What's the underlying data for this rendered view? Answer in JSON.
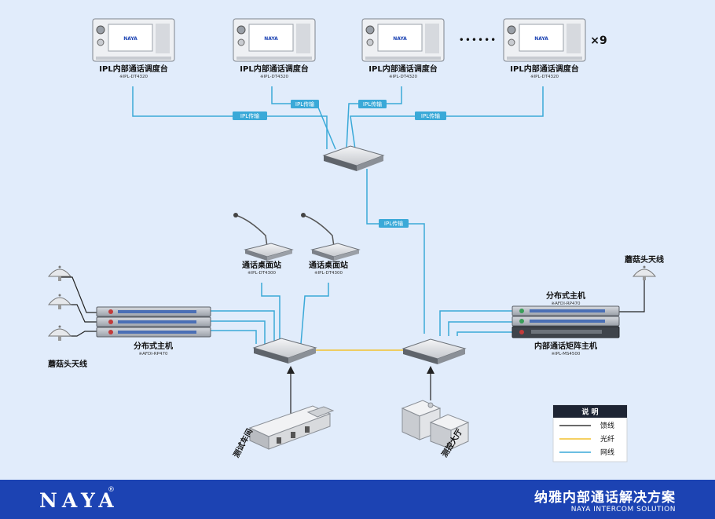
{
  "consoles": [
    {
      "label": "IPL内部通话调度台",
      "model": "※IPL-DT4320"
    },
    {
      "label": "IPL内部通话调度台",
      "model": "※IPL-DT4320"
    },
    {
      "label": "IPL内部通话调度台",
      "model": "※IPL-DT4320"
    },
    {
      "label": "IPL内部通话调度台",
      "model": "※IPL-DT4320"
    }
  ],
  "console_brand": "NAYA",
  "ellipsis": "••••••",
  "multiplier": "×9",
  "links": {
    "ipl1": "IPL传输",
    "ipl2": "IPL传输",
    "ipl3": "IPL传输",
    "ipl4": "IPL传输",
    "ipl5": "IPL传输"
  },
  "desk_stations": [
    {
      "label": "通话桌面站",
      "model": "※IPL-DT4300"
    },
    {
      "label": "通话桌面站",
      "model": "※IPL-DT4300"
    }
  ],
  "left_host": {
    "label": "分布式主机",
    "model": "※AFDI-RP470"
  },
  "left_antenna_label": "蘑菇头天线",
  "right_dist_host": {
    "label": "分布式主机",
    "model": "※AFDI-RP470"
  },
  "right_matrix_host": {
    "label": "内部通话矩阵主机",
    "model": "※IPL-MS4500"
  },
  "right_antenna_label": "蘑菇头天线",
  "building_left_label": "测试车间",
  "building_right_label": "测控大厅",
  "legend": {
    "title": "说 明",
    "items": [
      {
        "label": "馈线",
        "color": "#111111"
      },
      {
        "label": "光纤",
        "color": "#f2c12e"
      },
      {
        "label": "网线",
        "color": "#3aa9d8"
      }
    ]
  },
  "footer": {
    "logo": "NAYA",
    "logo_mark": "®",
    "title": "纳雅内部通话解决方案",
    "subtitle": "NAYA INTERCOM SOLUTION"
  }
}
